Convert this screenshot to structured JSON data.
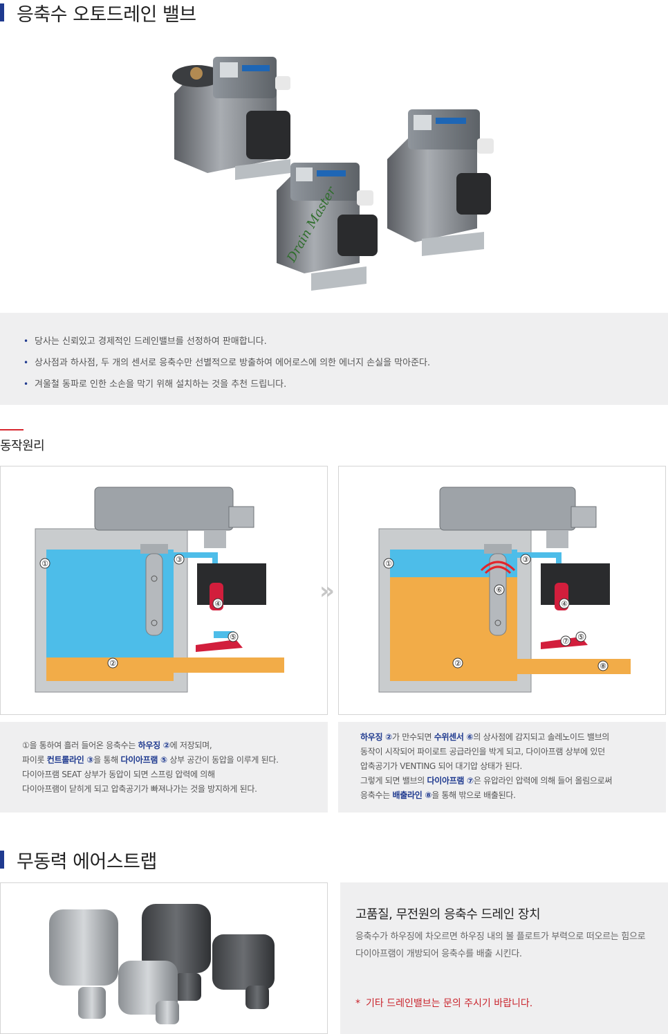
{
  "section1": {
    "title": "응축수 오토드레인 밸브",
    "bullets": [
      "당사는 신뢰있고 경제적인 드레인밸브를 선정하여 판매합니다.",
      "상사점과 하사점, 두 개의 센서로 응축수만 선별적으로 방출하여 에어로스에 의한 에너지 손실을 막아준다.",
      "겨울철 동파로 인한 소손을 막기 위해 설치하는 것을 추천 드립니다."
    ]
  },
  "principle": {
    "title": "동작원리",
    "left_desc": {
      "l1a": "①을 통하여 흘러 들어온 응축수는 ",
      "l1b": "하우징 ②",
      "l1c": "에 저장되며,",
      "l2a": "파이롯 ",
      "l2b": "컨트롤라인 ③",
      "l2c": "을 통해 ",
      "l2d": "다이아프램 ⑤",
      "l2e": " 상부 공간이 동압을 이루게 된다.",
      "l3": "다이아프램 SEAT 상부가 동압이 되면 스프링 압력에 의해",
      "l4": "다이아프램이 닫히게 되고 압축공기가 빠져나가는 것을 방지하게 된다."
    },
    "right_desc": {
      "l1a": "하우징 ②",
      "l1b": "가 만수되면 ",
      "l1c": "수위센서 ⑥",
      "l1d": "의 상사점에 감지되고 솔레노이드 밸브의",
      "l2": "동작이 시작되어 파이로트 공급라인을 박게 되고, 다이아프램 상부에 있던",
      "l3": "압축공기가 VENTING 되어 대기압 상태가 된다.",
      "l4a": "그렇게 되면 밸브의 ",
      "l4b": "다이아프램 ⑦",
      "l4c": "은 유압라인 압력에 의해 들어 올림으로써",
      "l5a": "응축수는 ",
      "l5b": "배출라인 ⑧",
      "l5c": "을 통해 밖으로 배출된다."
    },
    "left_labels": [
      "①",
      "②",
      "③",
      "④",
      "⑤"
    ],
    "right_labels": [
      "①",
      "②",
      "③",
      "④",
      "⑤",
      "⑥",
      "⑦",
      "⑧"
    ],
    "arrow": "»"
  },
  "section2": {
    "title": "무동력 에어스트랩",
    "heading": "고품질, 무전원의 응축수 드레인 장치",
    "desc": "응축수가 하우징에 차오르면 하우징 내의 볼 플로트가 부력으로 떠오르는 힘으로 다이아프램이  개방되어 응축수를 배출 시킨다.",
    "note_star": "*",
    "note": "기타 드레인밸브는 문의 주시기 바랍니다."
  },
  "colors": {
    "accent_blue": "#1f3a8f",
    "accent_red": "#d7262e",
    "water_blue": "#4dbde9",
    "condensate_orange": "#f2ac48"
  }
}
